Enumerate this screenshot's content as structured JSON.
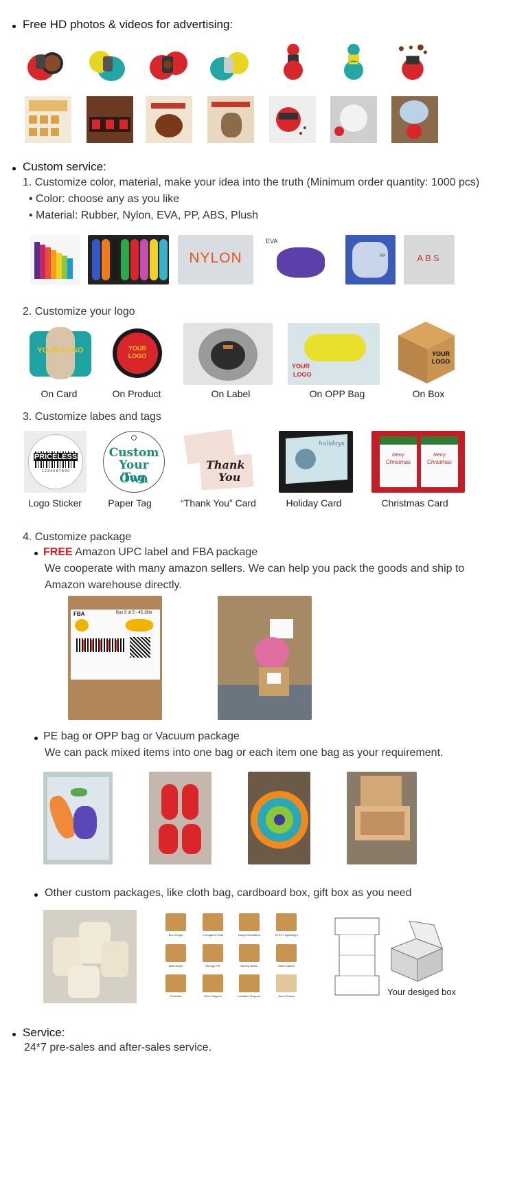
{
  "section1": {
    "title": "Free HD photos & videos for advertising:"
  },
  "section2": {
    "title": "Custom service:",
    "item1": "1. Customize color, material, make your idea into the truth (Minimum order quantity: 1000 pcs)",
    "color_line": "• Color: choose any as you like",
    "material_line": "• Material: Rubber, Nylon, EVA, PP, ABS, Plush",
    "materials": {
      "nylon": "NYLON",
      "eva": "EVA",
      "pp": "PP",
      "abs": "ABS"
    }
  },
  "logo": {
    "heading": "2. Customize your logo",
    "captions": [
      "On Card",
      "On Product",
      "On Label",
      "On OPP Bag",
      "On Box"
    ],
    "card_text": "YOUR LOGO",
    "product_text": [
      "YOUR",
      "LOGO"
    ],
    "box_text": [
      "YOUR",
      "LOGO"
    ],
    "bag_text": [
      "YOUR",
      "LOGO"
    ]
  },
  "labels": {
    "heading": "3. Customize labes and tags",
    "captions": [
      "Logo Sticker",
      "Paper Tag",
      "“Thank You” Card",
      "Holiday Card",
      "Christmas Card"
    ],
    "sticker_text": "PRICELESS",
    "sticker_digits": "1 2 3 4 5 6 7 8 9 0",
    "tag_text": [
      "Custom",
      "Your Own",
      "Tag"
    ],
    "thank_text": [
      "Thank",
      "You"
    ],
    "holiday_text": "holidays",
    "xmas_text": [
      "Merry",
      "Christmas"
    ]
  },
  "package": {
    "heading": "4. Customize package",
    "free_word": "FREE",
    "amazon_line": " Amazon UPC label and FBA package",
    "amazon_desc1": "We cooperate with many amazon sellers. We can help you pack the goods and ship to",
    "amazon_desc2": "Amazon warehouse directly.",
    "fba_label": {
      "fba": "FBA",
      "box": "Box 5 of 5 - 45.19lb"
    },
    "pe_line": "PE bag or OPP bag or Vacuum package",
    "pe_desc": "We can pack mixed items into one bag or each item one bag as your requirement.",
    "other_line": "Other custom packages, like cloth bag, cardboard box, gift box as you need",
    "box_grid_labels": [
      "Box Design",
      "Corrugated Pads",
      "Easy-Fold Mailers",
      "20 ECT lightweight",
      "Multi-Depth",
      "Storage File",
      "Moving Boxes",
      "Side Loaders",
      "Post Mail",
      "Wine Shippers",
      "Insulated Shippers",
      "Wood Crates"
    ],
    "designed_box_caption": "Your desiged box"
  },
  "service": {
    "title": "Service:",
    "desc": "24*7 pre-sales and after-sales service."
  },
  "colors": {
    "red": "#d8262b",
    "teal": "#23a7a4",
    "yellow": "#e8d520",
    "kraft": "#b98a55",
    "xmas_red": "#c51d27",
    "free_red": "#e0141e"
  }
}
